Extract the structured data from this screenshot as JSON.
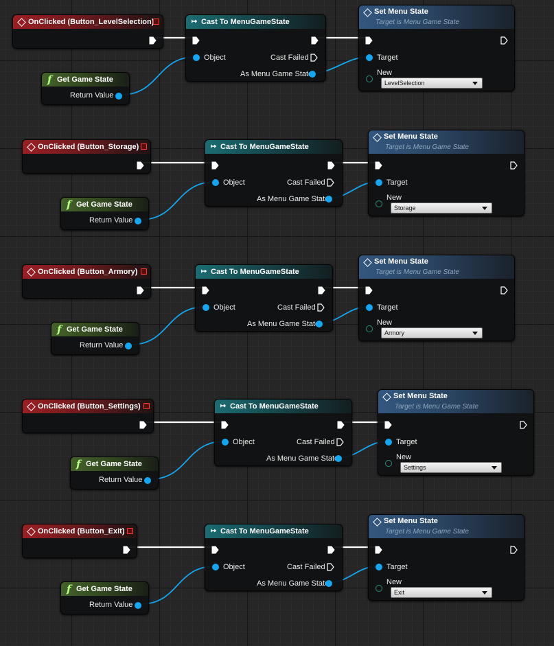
{
  "graph": {
    "rows": [
      {
        "event_label": "OnClicked (Button_LevelSelection)",
        "cast_title": "Cast To MenuGameState",
        "object_label": "Object",
        "cast_failed_label": "Cast Failed",
        "as_state_label": "As Menu Game State",
        "get_label": "Get Game State",
        "return_label": "Return Value",
        "set_title": "Set Menu State",
        "set_subtitle": "Target is Menu Game State",
        "target_label": "Target",
        "new_label": "New",
        "new_value": "LevelSelection"
      },
      {
        "event_label": "OnClicked (Button_Storage)",
        "cast_title": "Cast To MenuGameState",
        "object_label": "Object",
        "cast_failed_label": "Cast Failed",
        "as_state_label": "As Menu Game State",
        "get_label": "Get Game State",
        "return_label": "Return Value",
        "set_title": "Set Menu State",
        "set_subtitle": "Target is Menu Game State",
        "target_label": "Target",
        "new_label": "New",
        "new_value": "Storage"
      },
      {
        "event_label": "OnClicked (Button_Armory)",
        "cast_title": "Cast To MenuGameState",
        "object_label": "Object",
        "cast_failed_label": "Cast Failed",
        "as_state_label": "As Menu Game State",
        "get_label": "Get Game State",
        "return_label": "Return Value",
        "set_title": "Set Menu State",
        "set_subtitle": "Target is Menu Game State",
        "target_label": "Target",
        "new_label": "New",
        "new_value": "Armory"
      },
      {
        "event_label": "OnClicked (Button_Settings)",
        "cast_title": "Cast To MenuGameState",
        "object_label": "Object",
        "cast_failed_label": "Cast Failed",
        "as_state_label": "As Menu Game State",
        "get_label": "Get Game State",
        "return_label": "Return Value",
        "set_title": "Set Menu State",
        "set_subtitle": "Target is Menu Game State",
        "target_label": "Target",
        "new_label": "New",
        "new_value": "Settings"
      },
      {
        "event_label": "OnClicked (Button_Exit)",
        "cast_title": "Cast To MenuGameState",
        "object_label": "Object",
        "cast_failed_label": "Cast Failed",
        "as_state_label": "As Menu Game State",
        "get_label": "Get Game State",
        "return_label": "Return Value",
        "set_title": "Set Menu State",
        "set_subtitle": "Target is Menu Game State",
        "target_label": "Target",
        "new_label": "New",
        "new_value": "Exit"
      }
    ],
    "icons": {
      "event": "diamond-event-icon",
      "cast": "cast-arrows-icon",
      "function": "function-f-icon",
      "set": "diamond-set-icon",
      "stop": "stop-square-icon",
      "exec": "exec-pin-icon",
      "data": "data-pin-icon"
    },
    "colors": {
      "event_header": "#9a1f24",
      "cast_header": "#1a6d73",
      "set_header": "#33577f",
      "get_header": "#44622a",
      "data_wire": "#13a7f2",
      "exec_wire": "#ffffff",
      "target_pin": "#13a7f2"
    }
  }
}
